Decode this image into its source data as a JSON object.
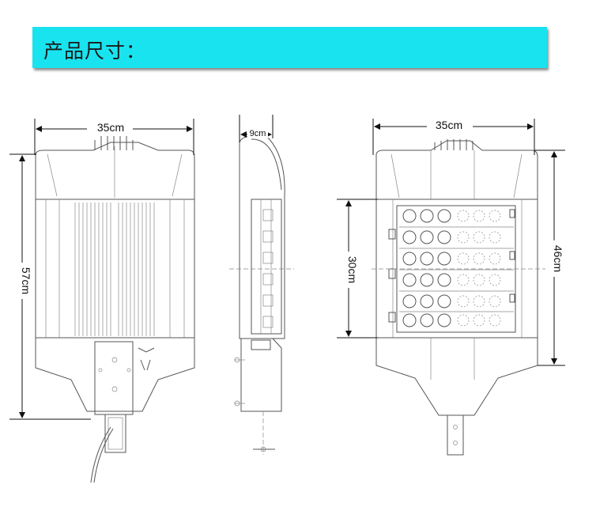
{
  "header": {
    "title": "产品尺寸："
  },
  "views": {
    "front": {
      "width_label": "35cm",
      "height_label": "57cm"
    },
    "side": {
      "depth_label": "9cm"
    },
    "back": {
      "width_label": "35cm",
      "inner_height_label": "30cm",
      "height_label": "46cm"
    }
  },
  "colors": {
    "banner": "#19e3ef",
    "drawing": "#555555",
    "dimension": "#111111"
  }
}
